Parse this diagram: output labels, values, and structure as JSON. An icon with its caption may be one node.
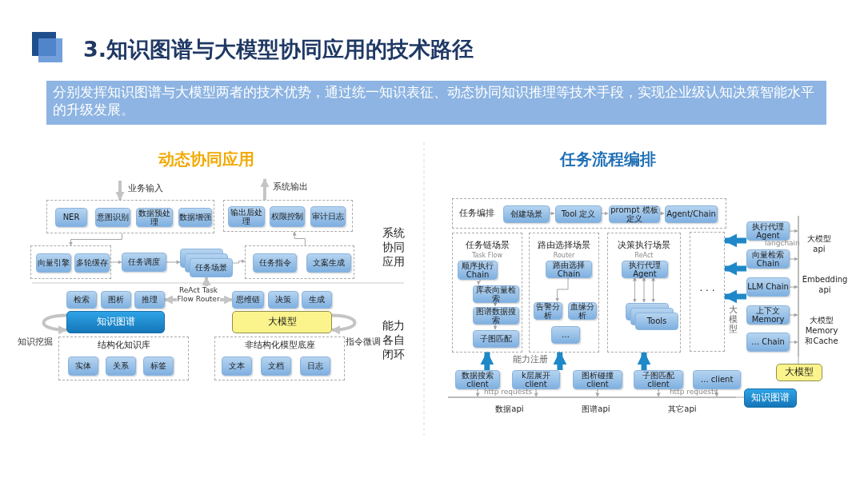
{
  "diagram": {
    "title": "3.知识图谱与大模型协同应用的技术路径",
    "nodes": [
      {
        "text": [],
        "shape": "box"
      },
      {
        "text": [
          "NER"
        ],
        "in": 0
      },
      {
        "text": [
          "意图识别"
        ],
        "in": 0
      },
      {
        "text": [
          "数据预处理"
        ],
        "in": 0
      },
      {
        "text": [
          "数据增强"
        ],
        "in": 0
      },
      {
        "text": [],
        "shape": "box"
      },
      {
        "text": [
          "输出后处理"
        ],
        "in": 5
      },
      {
        "text": [
          "权限控制"
        ],
        "in": 5
      },
      {
        "text": [
          "审计日志"
        ],
        "in": 5
      },
      {
        "text": [],
        "shape": "box"
      },
      {
        "text": [
          "向量引擎"
        ],
        "in": 9
      },
      {
        "text": [
          "多轮缓存"
        ],
        "in": 9
      },
      {
        "text": [
          "任务调度"
        ]
      },
      {
        "text": [
          "任务场景"
        ]
      },
      {
        "text": [],
        "shape": "box"
      },
      {
        "text": [
          "任务指令"
        ],
        "in": 14
      },
      {
        "text": [
          "文案生成"
        ],
        "in": 14
      },
      {
        "text": [
          "检索"
        ]
      },
      {
        "text": [
          "图析"
        ]
      },
      {
        "text": [
          "推理"
        ]
      },
      {
        "text": [
          "知识图谱"
        ]
      },
      {
        "text": [
          "思维链"
        ]
      },
      {
        "text": [
          "决策"
        ]
      },
      {
        "text": [
          "生成"
        ]
      },
      {
        "text": [
          "大模型"
        ]
      },
      {
        "text": [
          "结构化知识库"
        ]
      },
      {
        "text": [
          "实体"
        ],
        "in": 25
      },
      {
        "text": [
          "关系"
        ],
        "in": 25
      },
      {
        "text": [
          "标签"
        ],
        "in": 25
      },
      {
        "text": [
          "非结构化模型底座"
        ]
      },
      {
        "text": [
          "文本"
        ],
        "in": 29
      },
      {
        "text": [
          "文档"
        ],
        "in": 29
      },
      {
        "text": [
          "日志"
        ],
        "in": 29
      },
      {
        "text": [
          "任务编排"
        ]
      },
      {
        "text": [
          "创建场景"
        ],
        "in": 33
      },
      {
        "text": [
          "Tool 定义"
        ],
        "in": 33
      },
      {
        "text": [
          "prompt 模板定义"
        ],
        "in": 33
      },
      {
        "text": [
          "Agent/Chain"
        ],
        "in": 33
      },
      {
        "text": [
          "任务链场景",
          "Task Flow"
        ]
      },
      {
        "text": [
          "顺序执行 Chain"
        ],
        "in": 38
      },
      {
        "text": [
          "库表向量检索"
        ],
        "in": 38
      },
      {
        "text": [
          "图谱数据搜索"
        ],
        "in": 38
      },
      {
        "text": [
          "子图匹配"
        ],
        "in": 38
      },
      {
        "text": [
          "路由选择场景",
          "Router"
        ]
      },
      {
        "text": [
          "路由选择 Chain"
        ],
        "in": 43
      },
      {
        "text": [
          "告警分析"
        ],
        "in": 43
      },
      {
        "text": [
          "血缘分析"
        ],
        "in": 43
      },
      {
        "text": [
          "…"
        ],
        "in": 43
      },
      {
        "text": [
          "决策执行场景",
          "ReAct"
        ]
      },
      {
        "text": [
          "执行代理 Agent"
        ],
        "in": 48
      },
      {
        "text": [
          "Tools"
        ],
        "in": 48
      },
      {
        "text": [
          "· · ·"
        ]
      },
      {
        "text": [
          "执行代理 Agent"
        ]
      },
      {
        "text": [
          "向量检索 Chain"
        ]
      },
      {
        "text": [
          "LLM Chain"
        ]
      },
      {
        "text": [
          "上下文 Memory"
        ]
      },
      {
        "text": [
          "… Chain"
        ]
      },
      {
        "text": [
          "大模型"
        ]
      },
      {
        "text": [
          "数据搜索 client"
        ]
      },
      {
        "text": [
          "k层展开 client"
        ]
      },
      {
        "text": [
          "图析碰撞 client"
        ]
      },
      {
        "text": [
          "子图匹配 client"
        ]
      },
      {
        "text": [
          "… client"
        ]
      },
      {
        "text": [
          "知识图谱"
        ]
      },
      {
        "text": [],
        "shape": "bar"
      },
      {
        "text": [],
        "shape": "bar"
      }
    ],
    "edges": [
      {
        "from": null,
        "to": 0,
        "arrow": "to",
        "label": "业务输入",
        "style": "thick"
      },
      {
        "from": 5,
        "to": null,
        "arrow": "to",
        "label": "系统输出",
        "style": "thick"
      },
      {
        "from": 0,
        "to": 9,
        "arrow": "to"
      },
      {
        "from": 9,
        "to": 12,
        "arrow": "to"
      },
      {
        "from": 12,
        "to": 13,
        "arrow": "to"
      },
      {
        "from": 13,
        "to": 14,
        "arrow": "to"
      },
      {
        "from": 14,
        "to": 5,
        "arrow": "to"
      },
      {
        "from": null,
        "to": 13,
        "arrow": "to",
        "style": "thick"
      },
      {
        "from": 19,
        "to": 21,
        "arrow": "both",
        "label": "ReAct Task Flow Router",
        "style": "thick"
      },
      {
        "from": 34,
        "to": 35,
        "arrow": "to"
      },
      {
        "from": 35,
        "to": 36,
        "arrow": "to"
      },
      {
        "from": 36,
        "to": 37,
        "arrow": "to"
      },
      {
        "from": 39,
        "to": 40,
        "arrow": "to"
      },
      {
        "from": 40,
        "to": 41,
        "arrow": "to"
      },
      {
        "from": 41,
        "to": 42,
        "arrow": "to"
      },
      {
        "from": 44,
        "to": 45,
        "arrow": "to"
      },
      {
        "from": 49,
        "to": 50,
        "arrow": "both"
      },
      {
        "from": 49,
        "to": 50,
        "arrow": "both"
      },
      {
        "from": 49,
        "to": 50,
        "arrow": "both"
      },
      {
        "from": 52,
        "to": 51,
        "arrow": "to",
        "style": "thick",
        "color": "#1e88c8"
      },
      {
        "from": 53,
        "to": 51,
        "arrow": "to",
        "style": "thick",
        "color": "#1e88c8"
      },
      {
        "from": 54,
        "to": 51,
        "arrow": "to",
        "style": "thick",
        "color": "#1e88c8"
      },
      {
        "from": 52,
        "to": 64,
        "arrow": "to"
      },
      {
        "from": 53,
        "to": 64,
        "arrow": "to"
      },
      {
        "from": 54,
        "to": 64,
        "arrow": "to"
      },
      {
        "from": 55,
        "to": 64,
        "arrow": "to"
      },
      {
        "from": 56,
        "to": 64,
        "arrow": "to"
      },
      {
        "from": 58,
        "to": 38,
        "arrow": "to",
        "style": "thick",
        "color": "#1e88c8"
      },
      {
        "from": 59,
        "to": 43,
        "arrow": "to",
        "style": "thick",
        "color": "#1e88c8"
      },
      {
        "from": 61,
        "to": 48,
        "arrow": "to",
        "style": "thick",
        "color": "#1e88c8"
      },
      {
        "from": 58,
        "to": 65,
        "arrow": "to"
      },
      {
        "from": 59,
        "to": 65,
        "arrow": "to"
      },
      {
        "from": 60,
        "to": 65,
        "arrow": "to"
      },
      {
        "from": 61,
        "to": 65,
        "arrow": "to"
      },
      {
        "from": 62,
        "to": 65,
        "arrow": "to"
      },
      {
        "from": 20,
        "to": 20,
        "arrow": "to",
        "label": "知识挖掘",
        "style": "thick"
      },
      {
        "from": 24,
        "to": 24,
        "arrow": "to",
        "label": "指令微调",
        "style": "thick"
      },
      {
        "from": 64,
        "to": 57,
        "arrow": "none"
      },
      {
        "from": 65,
        "to": 63,
        "arrow": "none"
      }
    ],
    "labels": [
      "分别发挥知识图谱与大模型两者的技术优势，通过统一知识表征、动态协同知识推理等技术手段，实现企业级认知决策智能水平的升级发展。",
      "动态协同应用",
      "系统协同应用",
      "能力各自闭环",
      "任务流程编排",
      "langchain",
      "大模型 api",
      "Embedding api",
      "大模型",
      "大模型 Memory和Cache",
      "能力注册",
      "http requests",
      "http requests",
      "数据api",
      "图谱api",
      "其它api"
    ]
  }
}
